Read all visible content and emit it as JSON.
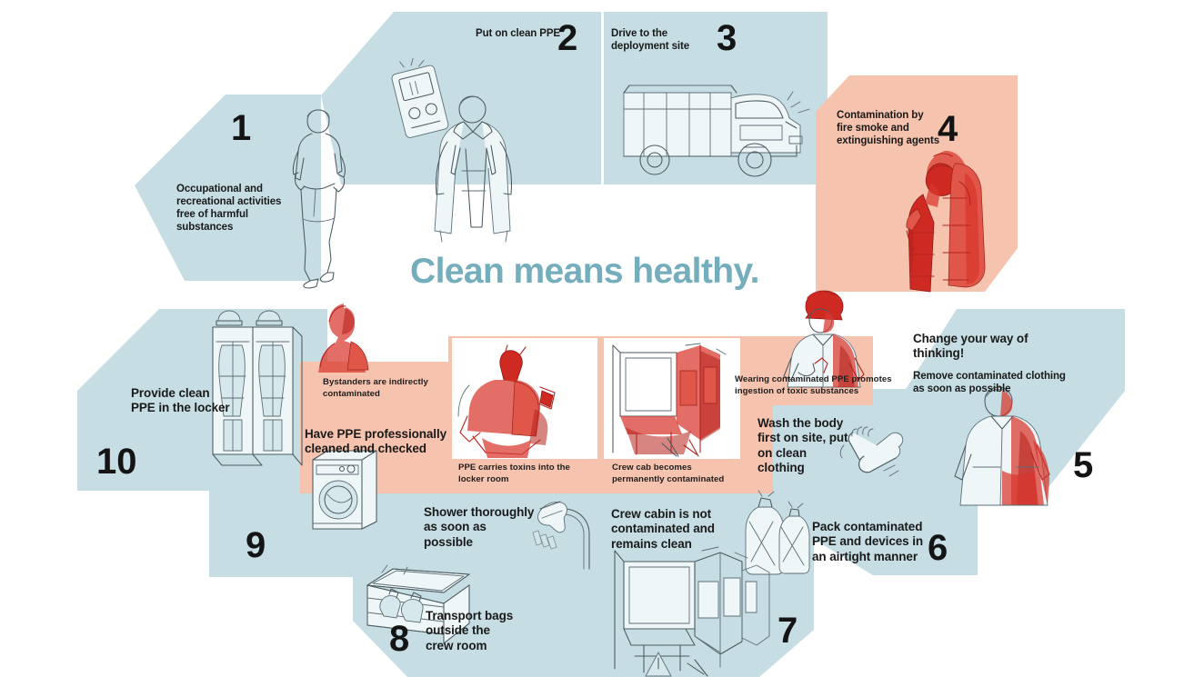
{
  "title": "Clean means healthy.",
  "colors": {
    "blue_panel": "#c6dde3",
    "salmon_panel": "#f6c3ae",
    "title_teal": "#74adbc",
    "number_black": "#141414",
    "sketch_stroke": "#4b5a60",
    "contamination_red": "#cf2a22",
    "background": "#ffffff"
  },
  "steps": [
    {
      "number": "1",
      "label": "Occupational and recreational activities free of harmful substances",
      "tone": "clean",
      "icon": "runner-icon"
    },
    {
      "number": "2",
      "label": "Put on clean PPE",
      "tone": "clean",
      "icon": "firefighter-dressing-icon"
    },
    {
      "number": "3",
      "label": "Drive to the deployment site",
      "tone": "clean",
      "icon": "fire-truck-icon"
    },
    {
      "number": "4",
      "label": "Contamination by fire smoke and extinguishing agents",
      "tone": "contaminated",
      "icon": "breathing-apparatus-icon"
    },
    {
      "number": "5",
      "headline": "Change your way of thinking!",
      "label": "Remove contaminated clothing as soon as possible",
      "tone": "clean",
      "icon": "contaminated-jacket-icon"
    },
    {
      "number": "6",
      "label": "Pack contaminated PPE and devices in an airtight manner",
      "tone": "clean",
      "icon": "sealed-bags-icon"
    },
    {
      "number": "7",
      "label": "Crew cabin is not contaminated and remains clean",
      "tone": "clean",
      "icon": "clean-crew-cabin-icon"
    },
    {
      "number": "8",
      "label": "Transport bags outside the crew room",
      "tone": "clean",
      "icon": "transport-crate-icon"
    },
    {
      "number": "9",
      "label": "Have PPE professionally cleaned and checked",
      "tone": "clean",
      "icon": "washing-machine-icon"
    },
    {
      "number": "10",
      "label": "Provide clean PPE in the locker",
      "tone": "clean",
      "icon": "ppe-locker-icon"
    }
  ],
  "extra_labels": [
    {
      "id": "wash-body",
      "text": "Wash the body first on site, put on clean clothing",
      "tone": "clean"
    },
    {
      "id": "shower",
      "text": "Shower thoroughly as soon as possible",
      "tone": "clean"
    }
  ],
  "warnings": [
    {
      "id": "bystanders",
      "text": "Bystanders are indirectly contaminated",
      "icon": "contaminated-bystander-icon"
    },
    {
      "id": "locker-toxins",
      "text": "PPE carries toxins into the locker room",
      "icon": "contaminated-gear-pile-icon"
    },
    {
      "id": "crew-cab",
      "text": "Crew cab becomes permanently contaminated",
      "icon": "contaminated-crew-cab-icon"
    },
    {
      "id": "ingestion",
      "text": "Wearing contaminated PPE promotes ingestion of toxic substances",
      "icon": "contaminated-eating-icon"
    }
  ]
}
